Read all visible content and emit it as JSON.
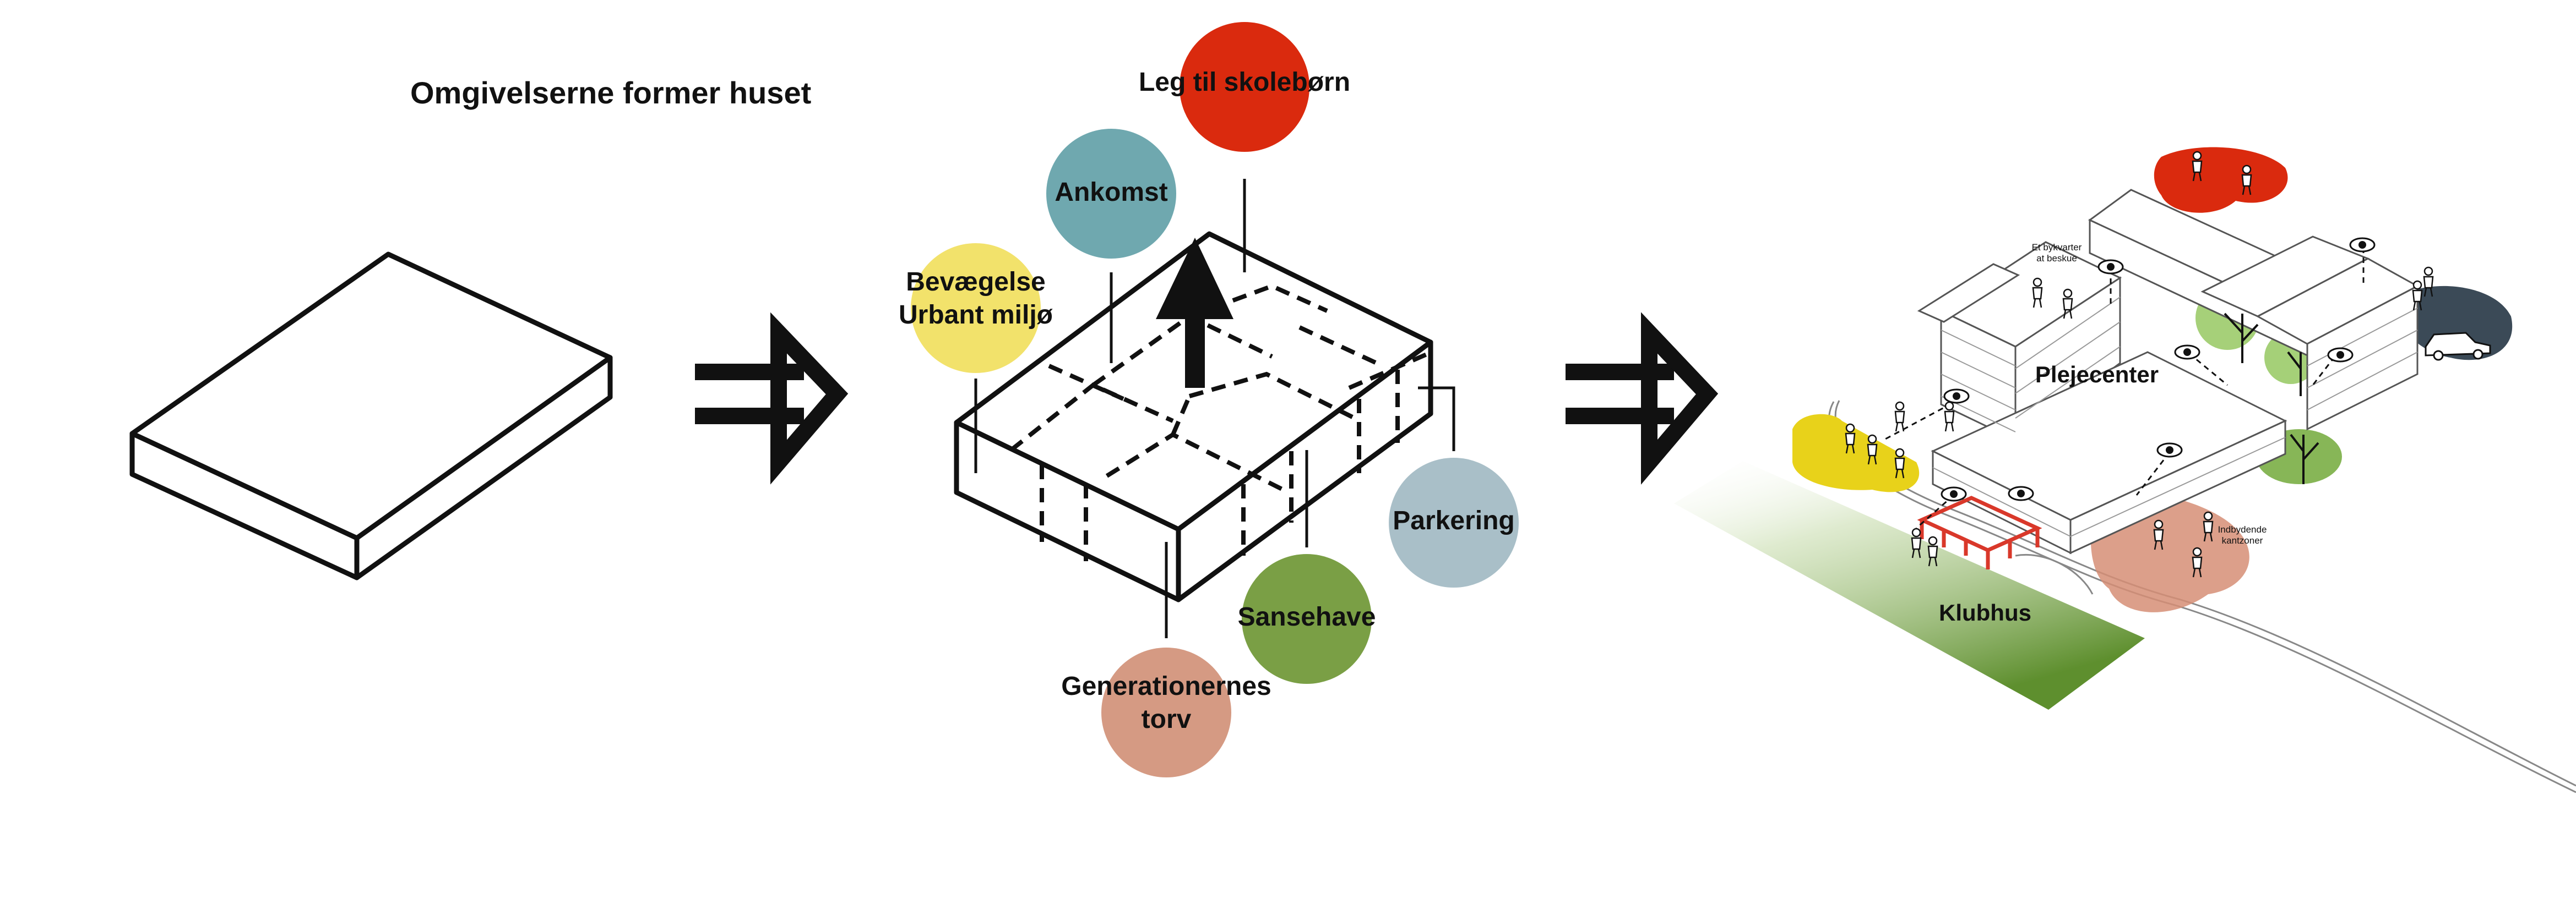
{
  "title": "Omgivelserne former huset",
  "bubbles": [
    {
      "key": "leg",
      "lines": [
        "Leg til skolebørn"
      ],
      "color": "#DA2A0E"
    },
    {
      "key": "ankomst",
      "lines": [
        "Ankomst"
      ],
      "color": "#6FA8AF"
    },
    {
      "key": "bevaegelse",
      "lines": [
        "Bevægelse",
        "Urbant miljø"
      ],
      "color": "#F2E26B"
    },
    {
      "key": "parkering",
      "lines": [
        "Parkering"
      ],
      "color": "#A9BFC8"
    },
    {
      "key": "sansehave",
      "lines": [
        "Sansehave"
      ],
      "color": "#7A9F45"
    },
    {
      "key": "generationer",
      "lines": [
        "Generationernes",
        "torv"
      ],
      "color": "#D59A83"
    }
  ],
  "site": {
    "center_label": "Plejecenter",
    "klubhus_label": "Klubhus",
    "note_top": [
      "Et bykvarter",
      "at beskue"
    ],
    "note_right": [
      "Indbydende",
      "kantzoner"
    ]
  },
  "colors": {
    "line": "#111111",
    "green_field": "#6B9A3A",
    "klubhus_text": "#B23A1C",
    "klubhus_building": "#D9382A",
    "light_green": "#9CCB6A",
    "teal": "#4E8E98",
    "dark_slate": "#3B4A57",
    "yellow": "#E8D21A",
    "salmon": "#D68E75",
    "red": "#DA2A0E"
  },
  "icons": [
    "arrow-right-icon",
    "arrow-up-icon",
    "eye-icon",
    "car-icon",
    "tree-icon",
    "person-icon"
  ]
}
